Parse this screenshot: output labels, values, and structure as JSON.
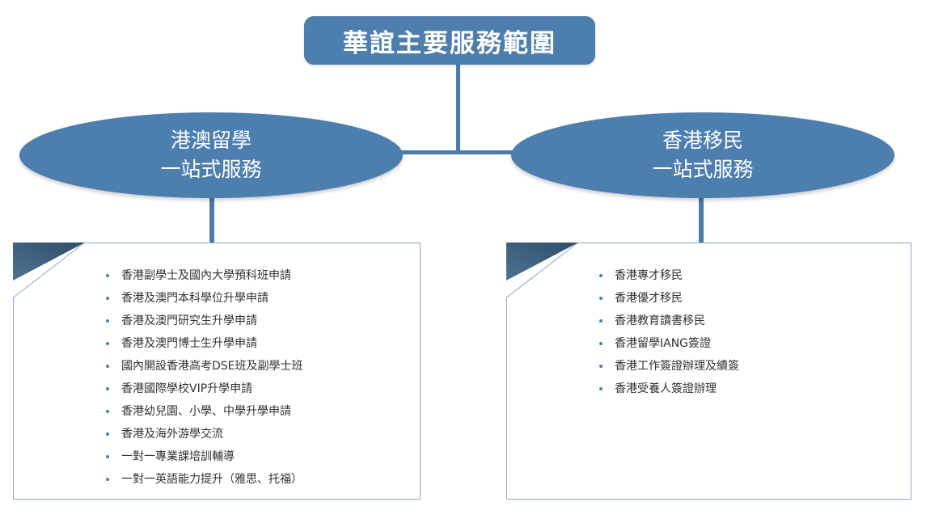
{
  "title": "華誼主要服務範圍",
  "colors": {
    "primary": "#4c7eae",
    "connector": "#4a7baa",
    "card_border": "#8aa9c6",
    "tab": "#3d5f7c",
    "text": "#333333"
  },
  "branches": [
    {
      "line1": "港澳留學",
      "line2": "一站式服務",
      "items": [
        "香港副學士及國內大學預科班申請",
        "香港及澳門本科學位升學申請",
        "香港及澳門研究生升學申請",
        "香港及澳門博士生升學申請",
        "國內開設香港高考DSE班及副學士班",
        "香港國際學校VIP升學申請",
        "香港幼兒園、小學、中學升學申請",
        "香港及海外游學交流",
        "一對一專業課培訓輔導",
        "一對一英語能力提升（雅思、托福）"
      ]
    },
    {
      "line1": "香港移民",
      "line2": "一站式服務",
      "items": [
        "香港專才移民",
        "香港優才移民",
        "香港教育讀書移民",
        "香港留學IANG簽證",
        "香港工作簽證辦理及續簽",
        "香港受養人簽證辦理"
      ]
    }
  ]
}
